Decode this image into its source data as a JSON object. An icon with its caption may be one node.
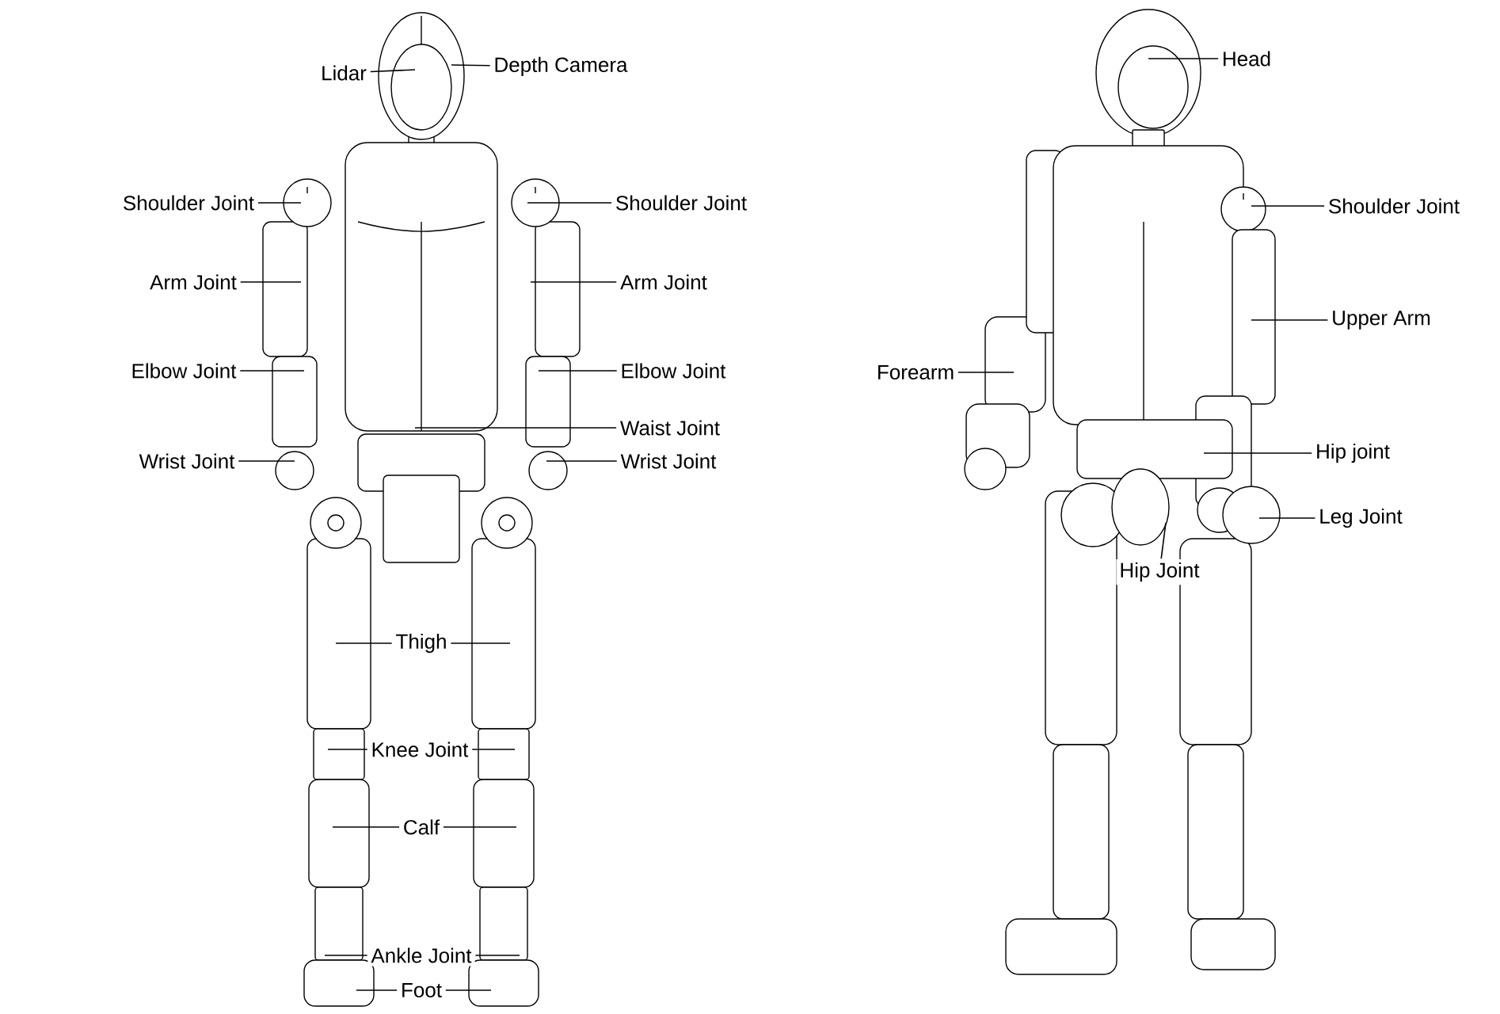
{
  "diagram": {
    "nodes": [
      {
        "text": [
          "Lidar"
        ]
      },
      {
        "text": [
          "Depth Camera"
        ]
      },
      {
        "text": [
          "Shoulder Joint"
        ]
      },
      {
        "text": [
          "Shoulder Joint"
        ]
      },
      {
        "text": [
          "Arm Joint"
        ]
      },
      {
        "text": [
          "Arm Joint"
        ]
      },
      {
        "text": [
          "Elbow Joint"
        ]
      },
      {
        "text": [
          "Elbow Joint"
        ]
      },
      {
        "text": [
          "Waist Joint"
        ]
      },
      {
        "text": [
          "Wrist Joint"
        ]
      },
      {
        "text": [
          "Wrist Joint"
        ]
      },
      {
        "text": [
          "Thigh"
        ]
      },
      {
        "text": [
          "Knee Joint"
        ]
      },
      {
        "text": [
          "Calf"
        ]
      },
      {
        "text": [
          "Ankle Joint"
        ]
      },
      {
        "text": [
          "Foot"
        ]
      },
      {
        "text": [
          "Head"
        ]
      },
      {
        "text": [
          "Shoulder Joint"
        ]
      },
      {
        "text": [
          "Upper Arm"
        ]
      },
      {
        "text": [
          "Forearm"
        ]
      },
      {
        "text": [
          "Hip joint"
        ]
      },
      {
        "text": [
          "Leg Joint"
        ]
      },
      {
        "text": [
          "Hip Joint"
        ]
      }
    ],
    "edges": [
      {
        "from": 0,
        "to": null,
        "arrow": "none"
      },
      {
        "from": 1,
        "to": null,
        "arrow": "none"
      },
      {
        "from": 2,
        "to": null,
        "arrow": "none"
      },
      {
        "from": 3,
        "to": null,
        "arrow": "none"
      },
      {
        "from": 4,
        "to": null,
        "arrow": "none"
      },
      {
        "from": 5,
        "to": null,
        "arrow": "none"
      },
      {
        "from": 6,
        "to": null,
        "arrow": "none"
      },
      {
        "from": 7,
        "to": null,
        "arrow": "none"
      },
      {
        "from": 8,
        "to": null,
        "arrow": "none"
      },
      {
        "from": 9,
        "to": null,
        "arrow": "none"
      },
      {
        "from": 10,
        "to": null,
        "arrow": "none"
      },
      {
        "from": 11,
        "to": null,
        "arrow": "none"
      },
      {
        "from": 11,
        "to": null,
        "arrow": "none"
      },
      {
        "from": 12,
        "to": null,
        "arrow": "none"
      },
      {
        "from": 12,
        "to": null,
        "arrow": "none"
      },
      {
        "from": 13,
        "to": null,
        "arrow": "none"
      },
      {
        "from": 13,
        "to": null,
        "arrow": "none"
      },
      {
        "from": 14,
        "to": null,
        "arrow": "none"
      },
      {
        "from": 14,
        "to": null,
        "arrow": "none"
      },
      {
        "from": 15,
        "to": null,
        "arrow": "none"
      },
      {
        "from": 15,
        "to": null,
        "arrow": "none"
      },
      {
        "from": 16,
        "to": null,
        "arrow": "none"
      },
      {
        "from": 17,
        "to": null,
        "arrow": "none"
      },
      {
        "from": 18,
        "to": null,
        "arrow": "none"
      },
      {
        "from": 19,
        "to": null,
        "arrow": "none"
      },
      {
        "from": 20,
        "to": null,
        "arrow": "none"
      },
      {
        "from": 21,
        "to": null,
        "arrow": "none"
      },
      {
        "from": 22,
        "to": null,
        "arrow": "none"
      }
    ]
  }
}
